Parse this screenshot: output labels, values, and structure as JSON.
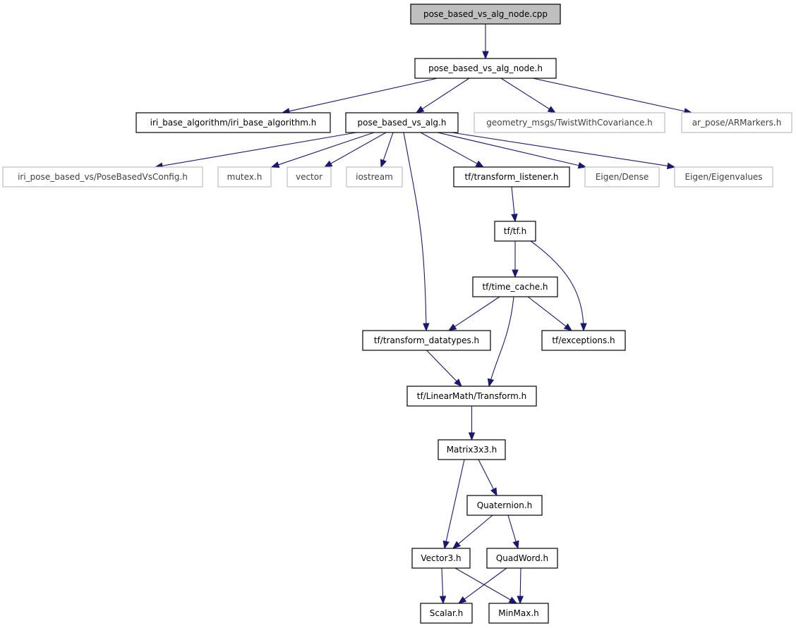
{
  "diagram": {
    "type": "include-dependency-graph",
    "colors": {
      "edge": "#191970",
      "root_fill": "#bfbfbf",
      "external_border": "#bfbfbf",
      "node_border": "#000000"
    },
    "nodes": [
      {
        "id": "n0",
        "label": "pose_based_vs_alg_node.cpp",
        "kind": "root"
      },
      {
        "id": "n1",
        "label": "pose_based_vs_alg_node.h",
        "kind": "file"
      },
      {
        "id": "n2",
        "label": "iri_base_algorithm/iri_base_algorithm.h",
        "kind": "file"
      },
      {
        "id": "n3",
        "label": "pose_based_vs_alg.h",
        "kind": "file"
      },
      {
        "id": "n4",
        "label": "geometry_msgs/TwistWithCovariance.h",
        "kind": "external"
      },
      {
        "id": "n5",
        "label": "ar_pose/ARMarkers.h",
        "kind": "external"
      },
      {
        "id": "n6",
        "label": "iri_pose_based_vs/PoseBasedVsConfig.h",
        "kind": "external"
      },
      {
        "id": "n7",
        "label": "mutex.h",
        "kind": "external"
      },
      {
        "id": "n8",
        "label": "vector",
        "kind": "external"
      },
      {
        "id": "n9",
        "label": "iostream",
        "kind": "external"
      },
      {
        "id": "n10",
        "label": "tf/transform_listener.h",
        "kind": "file"
      },
      {
        "id": "n11",
        "label": "Eigen/Dense",
        "kind": "external"
      },
      {
        "id": "n12",
        "label": "Eigen/Eigenvalues",
        "kind": "external"
      },
      {
        "id": "n13",
        "label": "tf/tf.h",
        "kind": "file"
      },
      {
        "id": "n14",
        "label": "tf/time_cache.h",
        "kind": "file"
      },
      {
        "id": "n15",
        "label": "tf/transform_datatypes.h",
        "kind": "file"
      },
      {
        "id": "n16",
        "label": "tf/exceptions.h",
        "kind": "file"
      },
      {
        "id": "n17",
        "label": "tf/LinearMath/Transform.h",
        "kind": "file"
      },
      {
        "id": "n18",
        "label": "Matrix3x3.h",
        "kind": "file"
      },
      {
        "id": "n19",
        "label": "Quaternion.h",
        "kind": "file"
      },
      {
        "id": "n20",
        "label": "Vector3.h",
        "kind": "file"
      },
      {
        "id": "n21",
        "label": "QuadWord.h",
        "kind": "file"
      },
      {
        "id": "n22",
        "label": "Scalar.h",
        "kind": "file"
      },
      {
        "id": "n23",
        "label": "MinMax.h",
        "kind": "file"
      }
    ],
    "edges": [
      {
        "from": "n0",
        "to": "n1"
      },
      {
        "from": "n1",
        "to": "n2"
      },
      {
        "from": "n1",
        "to": "n3"
      },
      {
        "from": "n1",
        "to": "n4"
      },
      {
        "from": "n1",
        "to": "n5"
      },
      {
        "from": "n3",
        "to": "n6"
      },
      {
        "from": "n3",
        "to": "n7"
      },
      {
        "from": "n3",
        "to": "n8"
      },
      {
        "from": "n3",
        "to": "n9"
      },
      {
        "from": "n3",
        "to": "n10"
      },
      {
        "from": "n3",
        "to": "n11"
      },
      {
        "from": "n3",
        "to": "n12"
      },
      {
        "from": "n3",
        "to": "n15"
      },
      {
        "from": "n10",
        "to": "n13"
      },
      {
        "from": "n13",
        "to": "n14"
      },
      {
        "from": "n13",
        "to": "n16"
      },
      {
        "from": "n14",
        "to": "n15"
      },
      {
        "from": "n14",
        "to": "n16"
      },
      {
        "from": "n14",
        "to": "n17"
      },
      {
        "from": "n15",
        "to": "n17"
      },
      {
        "from": "n17",
        "to": "n18"
      },
      {
        "from": "n18",
        "to": "n19"
      },
      {
        "from": "n18",
        "to": "n20"
      },
      {
        "from": "n19",
        "to": "n20"
      },
      {
        "from": "n19",
        "to": "n21"
      },
      {
        "from": "n20",
        "to": "n22"
      },
      {
        "from": "n20",
        "to": "n23"
      },
      {
        "from": "n21",
        "to": "n22"
      },
      {
        "from": "n21",
        "to": "n23"
      }
    ]
  }
}
